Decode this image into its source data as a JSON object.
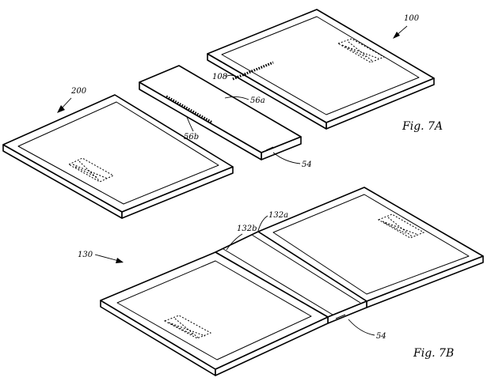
{
  "figures": {
    "fig_7a_caption": "Fig. 7A",
    "fig_7b_caption": "Fig. 7B"
  },
  "labels": {
    "device_100": "100",
    "device_200": "200",
    "device_108": "108",
    "strip_56a": "56a",
    "strip_56b": "56b",
    "strip_54_top": "54",
    "combined_130": "130",
    "hinge_132a": "132a",
    "hinge_132b": "132b",
    "strip_54_bottom": "54"
  }
}
